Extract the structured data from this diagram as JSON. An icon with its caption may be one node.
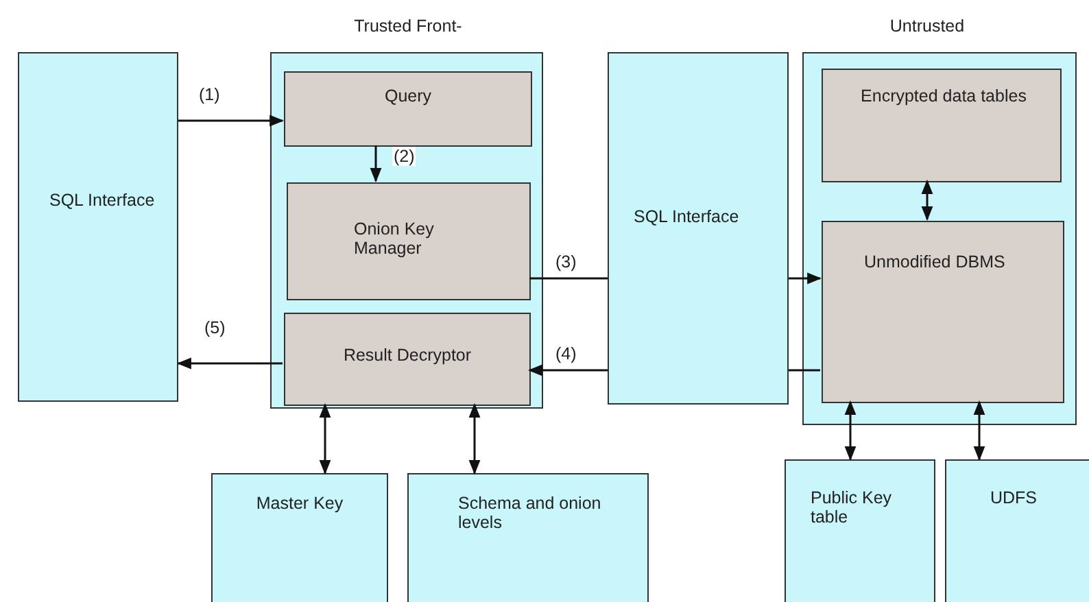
{
  "diagram": {
    "nodes": [
      {
        "text": [
          "SQL Interface"
        ]
      },
      {
        "text": [
          "Trusted Front-"
        ]
      },
      {
        "text": [
          "Query"
        ],
        "in": 1
      },
      {
        "text": [
          "Onion Key Manager"
        ],
        "in": 1
      },
      {
        "text": [
          "Result Decryptor"
        ],
        "in": 1
      },
      {
        "text": [
          "SQL Interface"
        ]
      },
      {
        "text": [
          "Untrusted"
        ]
      },
      {
        "text": [
          "Encrypted data tables"
        ],
        "in": 6
      },
      {
        "text": [
          "Unmodified DBMS"
        ],
        "in": 6
      },
      {
        "text": [
          "Master Key"
        ]
      },
      {
        "text": [
          "Schema and onion levels"
        ]
      },
      {
        "text": [
          "Public Key table"
        ]
      },
      {
        "text": [
          "UDFS"
        ]
      }
    ],
    "edges": [
      {
        "from": 0,
        "to": 2,
        "arrow": "to",
        "label": "(1)"
      },
      {
        "from": 2,
        "to": 3,
        "arrow": "to",
        "label": "(2)"
      },
      {
        "from": 3,
        "to": 5,
        "arrow": "none",
        "label": "(3)"
      },
      {
        "from": 5,
        "to": 8,
        "arrow": "to"
      },
      {
        "from": 8,
        "to": 5,
        "arrow": "none"
      },
      {
        "from": 5,
        "to": 4,
        "arrow": "to",
        "label": "(4)"
      },
      {
        "from": 4,
        "to": 0,
        "arrow": "to",
        "label": "(5)"
      },
      {
        "from": 7,
        "to": 8,
        "arrow": "both"
      },
      {
        "from": 4,
        "to": 9,
        "arrow": "both"
      },
      {
        "from": 4,
        "to": 10,
        "arrow": "both"
      },
      {
        "from": 8,
        "to": 11,
        "arrow": "both"
      },
      {
        "from": 8,
        "to": 12,
        "arrow": "both"
      }
    ]
  }
}
